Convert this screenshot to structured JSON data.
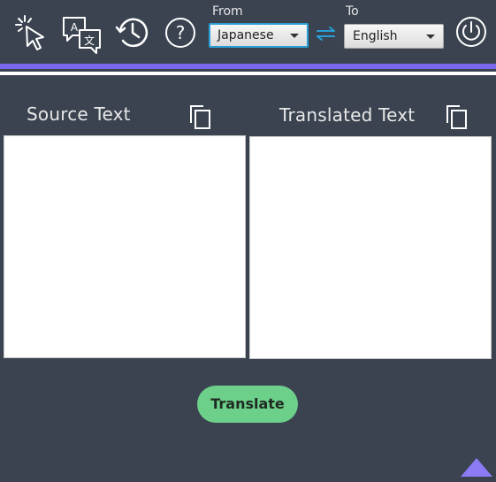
{
  "toolbar": {
    "icons": [
      {
        "name": "select-cursor-icon"
      },
      {
        "name": "translate-icon"
      },
      {
        "name": "history-icon"
      },
      {
        "name": "help-icon"
      },
      {
        "name": "power-icon"
      }
    ],
    "from_label": "From",
    "to_label": "To",
    "from_value": "Japanese",
    "to_value": "English",
    "swap_icon": "swap-arrows-icon"
  },
  "colors": {
    "background": "#3b4350",
    "accent": "#7b68ee",
    "translate_button": "#6dd08a",
    "swap_icon": "#2a9fd6",
    "icon_stroke": "#ffffff"
  },
  "source": {
    "title": "Source Text",
    "value": ""
  },
  "target": {
    "title": "Translated Text",
    "value": ""
  },
  "actions": {
    "translate_label": "Translate"
  }
}
